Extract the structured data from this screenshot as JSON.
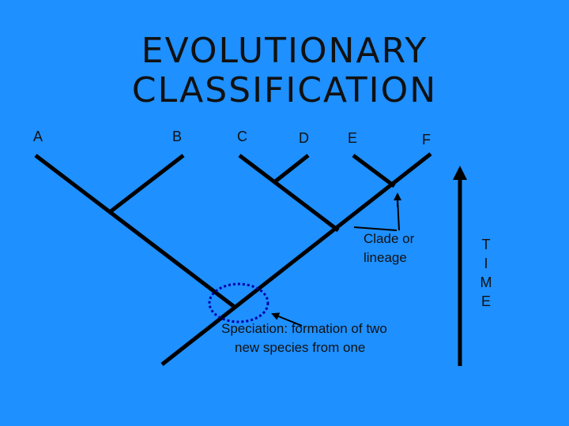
{
  "title": {
    "line1": "EVOLUTIONARY",
    "line2": "CLASSIFICATION"
  },
  "taxa": [
    "A",
    "B",
    "C",
    "D",
    "E",
    "F"
  ],
  "annotations": {
    "clade_line1": "Clade or",
    "clade_line2": "lineage",
    "speciation_line1": "Speciation: formation of two",
    "speciation_line2": "new species from one"
  },
  "time_axis": {
    "letters": [
      "T",
      "I",
      "M",
      "E"
    ]
  },
  "colors": {
    "background": "#1e90ff",
    "lines": "#000000",
    "speciation_circle": "#0000aa"
  }
}
